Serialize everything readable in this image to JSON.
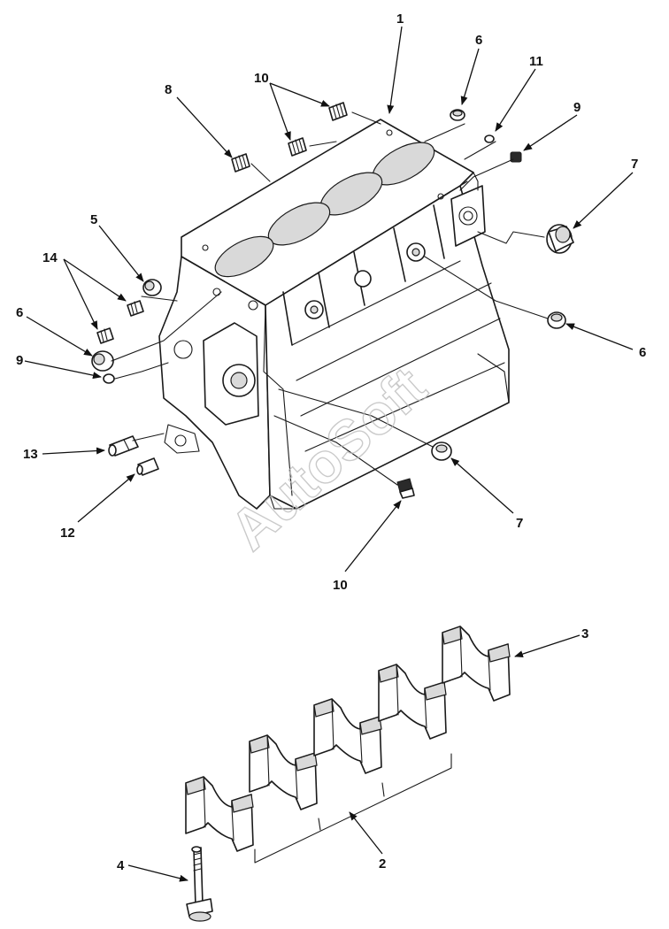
{
  "watermark": "AutoSoft",
  "callouts": [
    {
      "id": "c1",
      "label": "1"
    },
    {
      "id": "c6a",
      "label": "6"
    },
    {
      "id": "c11",
      "label": "11"
    },
    {
      "id": "c9a",
      "label": "9"
    },
    {
      "id": "c10a",
      "label": "10"
    },
    {
      "id": "c8",
      "label": "8"
    },
    {
      "id": "c7a",
      "label": "7"
    },
    {
      "id": "c5",
      "label": "5"
    },
    {
      "id": "c14",
      "label": "14"
    },
    {
      "id": "c6b",
      "label": "6"
    },
    {
      "id": "c6c",
      "label": "6"
    },
    {
      "id": "c9b",
      "label": "9"
    },
    {
      "id": "c13",
      "label": "13"
    },
    {
      "id": "c12",
      "label": "12"
    },
    {
      "id": "c7b",
      "label": "7"
    },
    {
      "id": "c10b",
      "label": "10"
    },
    {
      "id": "c3",
      "label": "3"
    },
    {
      "id": "c2",
      "label": "2"
    },
    {
      "id": "c4",
      "label": "4"
    }
  ]
}
